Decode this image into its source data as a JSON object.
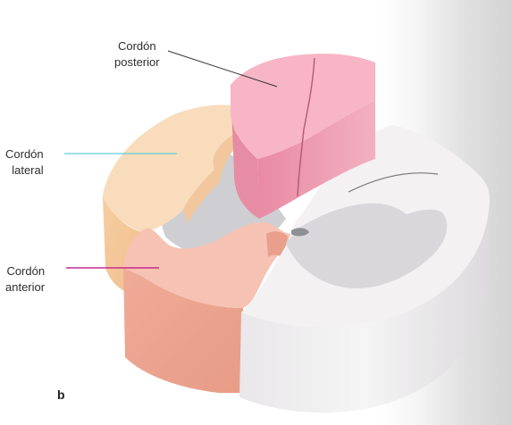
{
  "figure": {
    "panel_letter": "b",
    "labels": {
      "posterior": {
        "line1": "Cordón",
        "line2": "posterior",
        "line_color": "#333333"
      },
      "lateral": {
        "line1": "Cordón",
        "line2": "lateral",
        "line_color": "#5ecfd6"
      },
      "anterior": {
        "line1": "Cordón",
        "line2": "anterior",
        "line_color": "#c42d8f"
      }
    },
    "colors": {
      "posterior_cord": "#f2a3b6",
      "lateral_cord": "#f8d6b2",
      "anterior_cord": "#f3b7a6",
      "white_matter": "#f0eeef",
      "gray_matter": "#d6d5d8"
    }
  }
}
